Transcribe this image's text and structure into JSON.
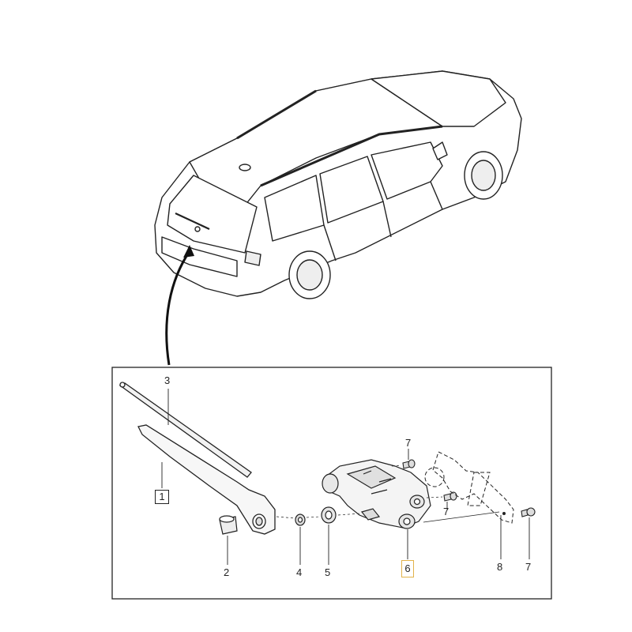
{
  "parts": [
    {
      "number": "1",
      "boxed": true
    },
    {
      "number": "2",
      "boxed": false
    },
    {
      "number": "3",
      "boxed": false
    },
    {
      "number": "4",
      "boxed": false
    },
    {
      "number": "5",
      "boxed": false
    },
    {
      "number": "6",
      "boxed": true,
      "highlight": "#e2b24a"
    },
    {
      "number": "7",
      "boxed": false
    },
    {
      "number": "8",
      "boxed": false
    }
  ],
  "colors": {
    "line": "#222222",
    "fill_light": "#f2f2f2",
    "fill_mid": "#d9d9d9",
    "highlight": "#e2b24a"
  }
}
